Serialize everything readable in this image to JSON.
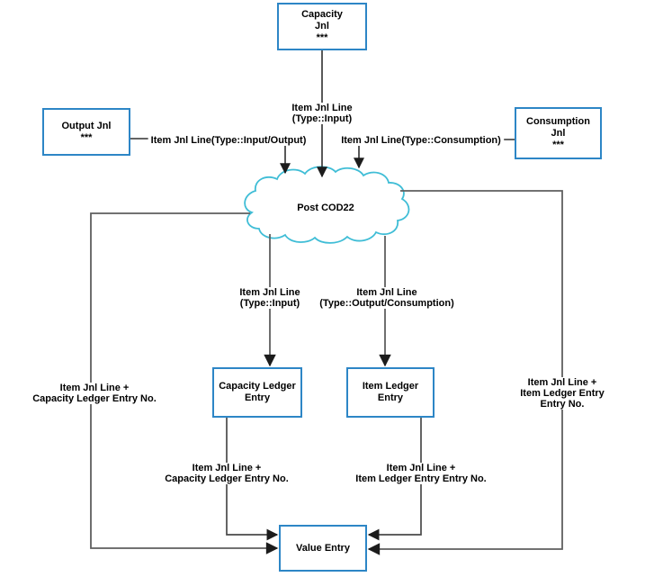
{
  "diagram": {
    "nodes": {
      "capacity_jnl": "Capacity\nJnl\n***",
      "output_jnl": "Output Jnl\n***",
      "consumption_jnl": "Consumption\nJnl\n***",
      "post_cod22": "Post COD22",
      "capacity_ledger_entry": "Capacity Ledger\nEntry",
      "item_ledger_entry": "Item Ledger\nEntry",
      "value_entry": "Value Entry"
    },
    "edge_labels": {
      "capacity_to_cloud": "Item Jnl Line\n(Type::Input)",
      "output_to_cloud": "Item Jnl Line(Type::Input/Output)",
      "consumption_to_cloud": "Item Jnl Line(Type::Consumption)",
      "cloud_to_capacity_ledger": "Item Jnl Line\n(Type::Input)",
      "cloud_to_item_ledger": "Item Jnl Line\n(Type::Output/Consumption)",
      "outer_left": "Item Jnl Line +\nCapacity Ledger Entry No.",
      "outer_right": "Item Jnl Line +\nItem Ledger Entry Entry No.",
      "capacity_ledger_to_value": "Item Jnl Line +\nCapacity Ledger Entry No.",
      "item_ledger_to_value": "Item Jnl Line +\nItem Ledger Entry Entry No."
    },
    "colors": {
      "box_border": "#2d86c6",
      "cloud_stroke": "#3fbdd6",
      "connector_gray": "#5f5f5f",
      "connector_dark": "#303030",
      "text": "#000000",
      "background": "#ffffff"
    }
  }
}
